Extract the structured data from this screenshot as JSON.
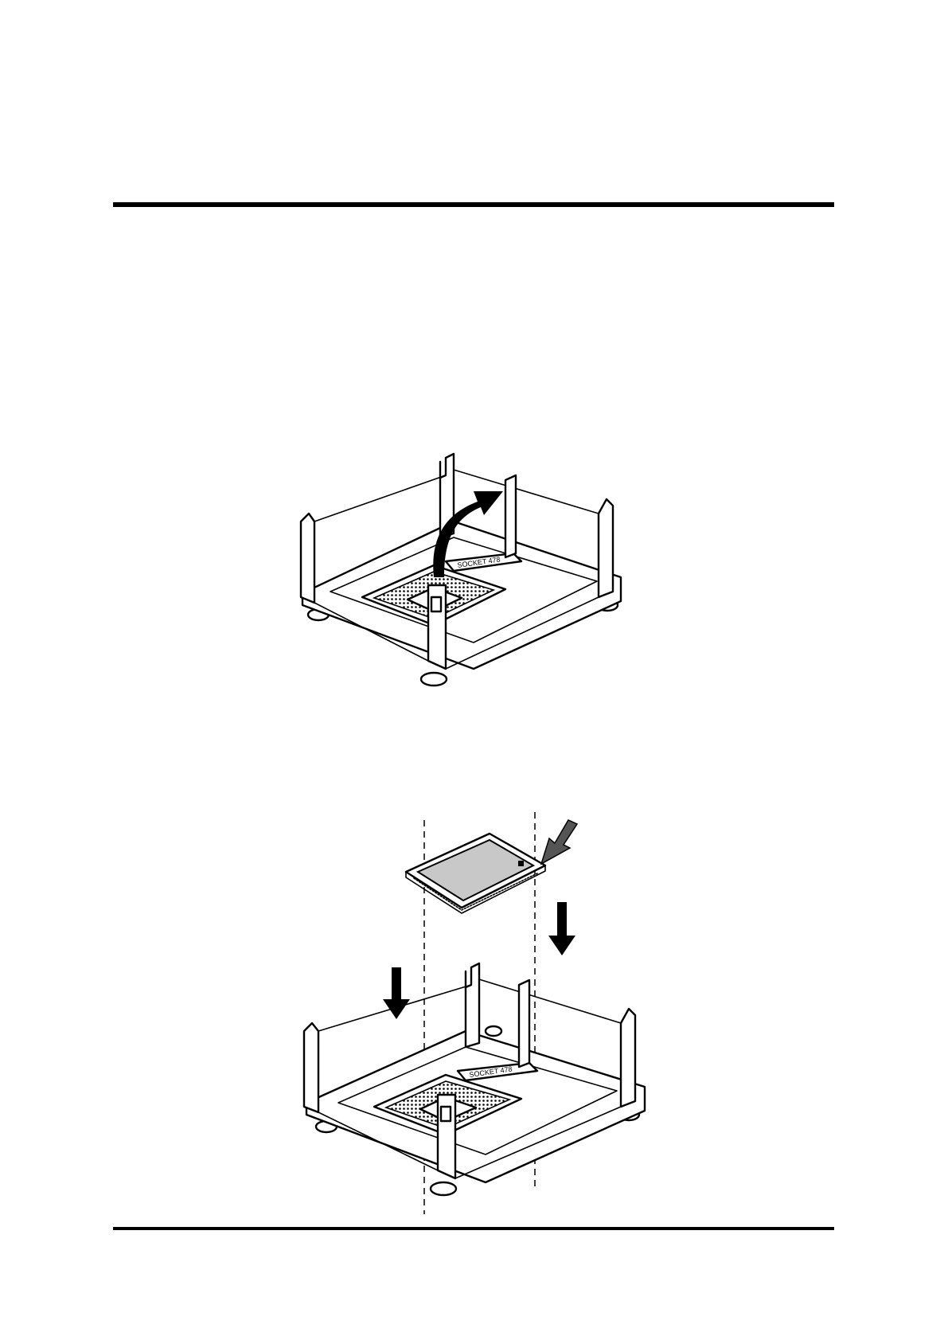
{
  "page": {
    "title": "",
    "figures": [
      {
        "label": ""
      },
      {
        "label": ""
      }
    ]
  },
  "figure1": {
    "socket_marking": "SOCKET 478",
    "arrow": "lift-lever-arrow"
  },
  "figure2": {
    "socket_marking": "SOCKET 478",
    "arrows": [
      "insert-arrow-left",
      "insert-arrow-right",
      "pin1-marker-arrow"
    ]
  },
  "colors": {
    "ink": "#000000",
    "paper": "#ffffff",
    "cpu_top": "#c8c8c8",
    "pointer": "#555555"
  }
}
